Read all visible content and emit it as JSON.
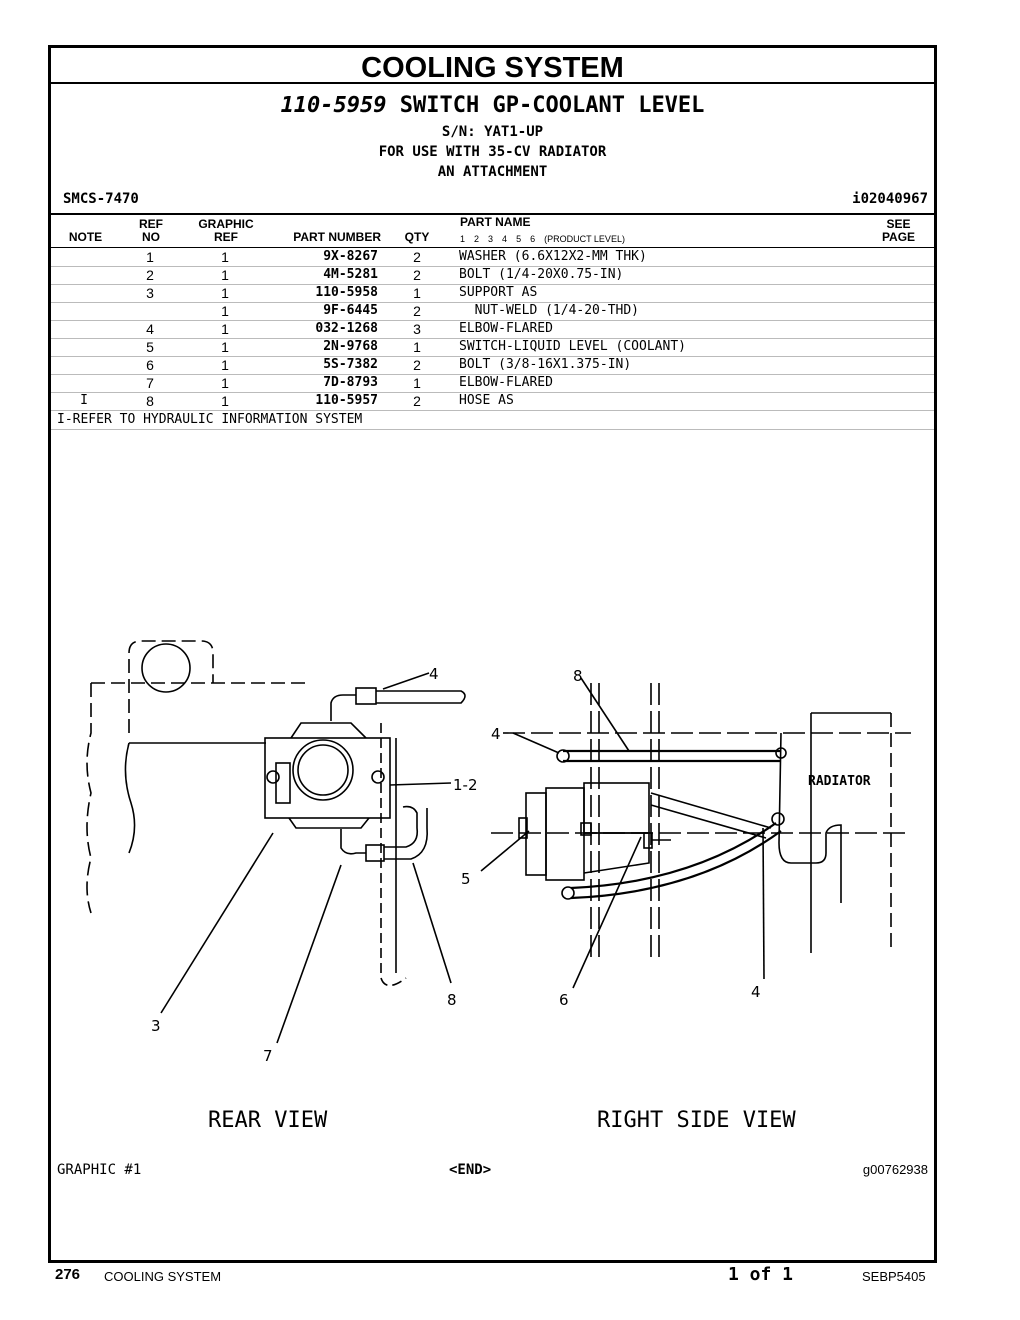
{
  "header": {
    "title": "COOLING SYSTEM",
    "part_number": "110-5959",
    "part_title": "SWITCH GP-COOLANT LEVEL",
    "serial": "S/N: YAT1-UP",
    "use_note": "FOR USE WITH 35-CV RADIATOR",
    "attachment": "AN ATTACHMENT",
    "smcs": "SMCS-7470",
    "illustration_id": "i02040967"
  },
  "columns": {
    "note": "NOTE",
    "ref_top": "REF",
    "ref_bottom": "NO",
    "graphic_top": "GRAPHIC",
    "graphic_bottom": "REF",
    "part_number": "PART NUMBER",
    "qty": "QTY",
    "part_name": "PART NAME",
    "see_top": "SEE",
    "see_bottom": "PAGE",
    "levels": [
      "1",
      "2",
      "3",
      "4",
      "5",
      "6"
    ],
    "levels_label": "(PRODUCT LEVEL)"
  },
  "parts": [
    {
      "note": "",
      "ref": "1",
      "gref": "1",
      "pn": "9X-8267",
      "qty": "2",
      "name": "WASHER (6.6X12X2-MM THK)"
    },
    {
      "note": "",
      "ref": "2",
      "gref": "1",
      "pn": "4M-5281",
      "qty": "2",
      "name": "BOLT (1/4-20X0.75-IN)"
    },
    {
      "note": "",
      "ref": "3",
      "gref": "1",
      "pn": "110-5958",
      "qty": "1",
      "name": "SUPPORT AS"
    },
    {
      "note": "",
      "ref": "",
      "gref": "1",
      "pn": "9F-6445",
      "qty": "2",
      "name": "  NUT-WELD (1/4-20-THD)"
    },
    {
      "note": "",
      "ref": "4",
      "gref": "1",
      "pn": "032-1268",
      "qty": "3",
      "name": "ELBOW-FLARED"
    },
    {
      "note": "",
      "ref": "5",
      "gref": "1",
      "pn": "2N-9768",
      "qty": "1",
      "name": "SWITCH-LIQUID LEVEL (COOLANT)"
    },
    {
      "note": "",
      "ref": "6",
      "gref": "1",
      "pn": "5S-7382",
      "qty": "2",
      "name": "BOLT (3/8-16X1.375-IN)"
    },
    {
      "note": "",
      "ref": "7",
      "gref": "1",
      "pn": "7D-8793",
      "qty": "1",
      "name": "ELBOW-FLARED"
    },
    {
      "note": "I",
      "ref": "8",
      "gref": "1",
      "pn": "110-5957",
      "qty": "2",
      "name": "HOSE AS"
    }
  ],
  "footnote": "I-REFER TO HYDRAULIC INFORMATION SYSTEM",
  "graphic": {
    "callouts": [
      "4",
      "1-2",
      "5",
      "3",
      "7",
      "8",
      "8",
      "4",
      "6",
      "4"
    ],
    "radiator_label": "RADIATOR",
    "rear_view_label": "REAR VIEW",
    "side_view_label": "RIGHT SIDE VIEW",
    "graphic_label": "GRAPHIC #1",
    "end_label": "<END>",
    "graphic_id": "g00762938"
  },
  "footer": {
    "page_number": "276",
    "section": "COOLING SYSTEM",
    "page_count": "1 of 1",
    "doc_id": "SEBP5405"
  }
}
